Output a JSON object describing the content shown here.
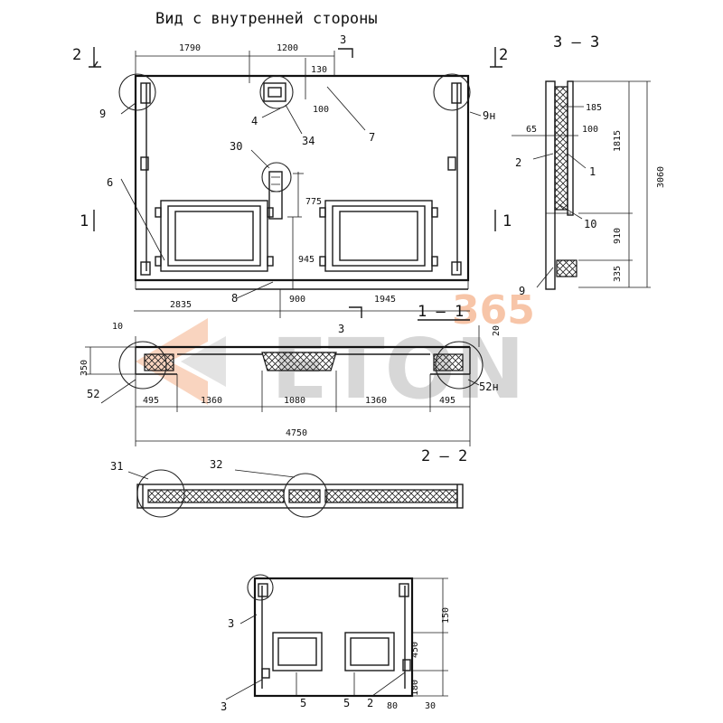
{
  "title": "Вид с внутренней стороны",
  "section_labels": {
    "s1_left": "1",
    "s1_right": "1",
    "s2_left": "2",
    "s2_right": "2",
    "s3_top": "3",
    "s3_bottom": "3",
    "sec33": "3 – 3",
    "sec22": "2 – 2",
    "sec11": "1 — 1"
  },
  "dims": {
    "d1790": "1790",
    "d1200": "1200",
    "d130": "130",
    "d100": "100",
    "d775": "775",
    "d945": "945",
    "d900": "900",
    "d2835": "2835",
    "d1945": "1945",
    "d10": "10",
    "d20": "20",
    "d350": "350",
    "d495a": "495",
    "d1360a": "1360",
    "d1080": "1080",
    "d1360b": "1360",
    "d495b": "495",
    "d4750": "4750",
    "d185": "185",
    "d65": "65",
    "d100b": "100",
    "d1815": "1815",
    "d3060": "3060",
    "d910": "910",
    "d335": "335",
    "d150": "150",
    "d450": "450",
    "d180": "180",
    "d80": "80",
    "d30": "30"
  },
  "callouts": {
    "c9": "9",
    "c9n": "9н",
    "c4": "4",
    "c34": "34",
    "c7": "7",
    "c30": "30",
    "c6": "6",
    "c8": "8",
    "c2": "2",
    "c1": "1",
    "c10": "10",
    "c9b": "9",
    "c52": "52",
    "c52n": "52н",
    "c31": "31",
    "c32": "32",
    "c3a": "3",
    "c3b": "3",
    "c5a": "5",
    "c5b": "5",
    "c2b": "2"
  },
  "watermark": {
    "brand": "ETON",
    "number": "365"
  }
}
